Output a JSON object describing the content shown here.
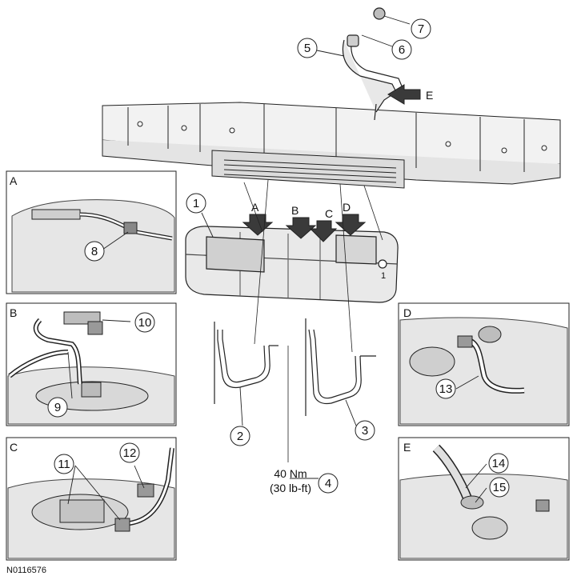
{
  "figure_id": "N0116576",
  "torque_spec": {
    "metric": "40 Nm",
    "imperial": "(30 lb-ft)"
  },
  "callouts": [
    "1",
    "2",
    "3",
    "4",
    "5",
    "6",
    "7",
    "8",
    "9",
    "10",
    "11",
    "12",
    "13",
    "14",
    "15"
  ],
  "detail_views": [
    {
      "letter": "A",
      "callouts": [
        "8"
      ]
    },
    {
      "letter": "B",
      "callouts": [
        "9",
        "10"
      ]
    },
    {
      "letter": "C",
      "callouts": [
        "11",
        "12"
      ]
    },
    {
      "letter": "D",
      "callouts": [
        "13"
      ]
    },
    {
      "letter": "E",
      "callouts": [
        "14",
        "15"
      ]
    }
  ],
  "view_arrows": [
    "A",
    "B",
    "C",
    "D",
    "E"
  ],
  "colors": {
    "line": "#222222",
    "shade": "#d9d9d9",
    "dark_shade": "#9a9a9a",
    "arrow_fill": "#3a3a3a",
    "background": "#ffffff"
  }
}
